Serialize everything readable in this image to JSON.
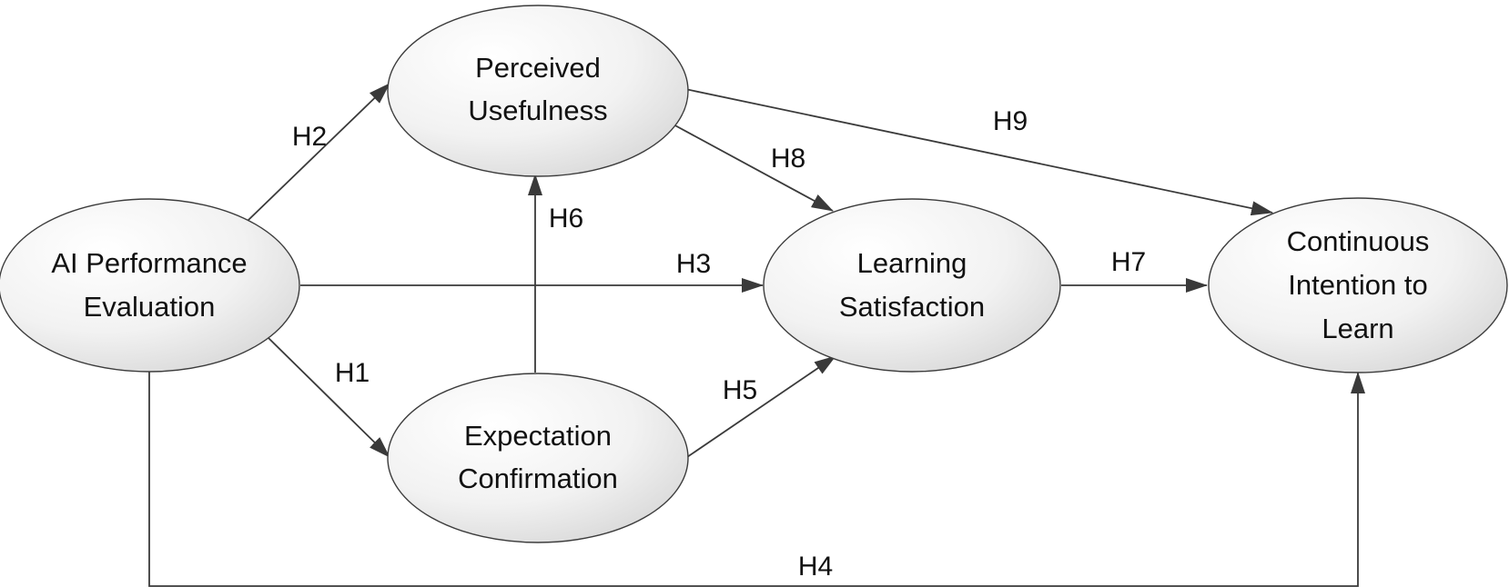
{
  "diagram": {
    "nodes": {
      "ai_performance_evaluation": {
        "line1": "AI Performance",
        "line2": "Evaluation"
      },
      "perceived_usefulness": {
        "line1": "Perceived",
        "line2": "Usefulness"
      },
      "expectation_confirmation": {
        "line1": "Expectation",
        "line2": "Confirmation"
      },
      "learning_satisfaction": {
        "line1": "Learning",
        "line2": "Satisfaction"
      },
      "continuous_intention": {
        "line1": "Continuous",
        "line2": "Intention to",
        "line3": "Learn"
      }
    },
    "edges": {
      "h1": {
        "label": "H1",
        "from": "AI Performance Evaluation",
        "to": "Expectation Confirmation"
      },
      "h2": {
        "label": "H2",
        "from": "AI Performance Evaluation",
        "to": "Perceived Usefulness"
      },
      "h3": {
        "label": "H3",
        "from": "AI Performance Evaluation",
        "to": "Learning Satisfaction"
      },
      "h4": {
        "label": "H4",
        "from": "AI Performance Evaluation",
        "to": "Continuous Intention to Learn"
      },
      "h5": {
        "label": "H5",
        "from": "Expectation Confirmation",
        "to": "Learning Satisfaction"
      },
      "h6": {
        "label": "H6",
        "from": "Expectation Confirmation",
        "to": "Perceived Usefulness"
      },
      "h7": {
        "label": "H7",
        "from": "Learning Satisfaction",
        "to": "Continuous Intention to Learn"
      },
      "h8": {
        "label": "H8",
        "from": "Perceived Usefulness",
        "to": "Learning Satisfaction"
      },
      "h9": {
        "label": "H9",
        "from": "Perceived Usefulness",
        "to": "Continuous Intention to Learn"
      }
    },
    "colors": {
      "node_fill_light": "#ffffff",
      "node_fill_dark": "#d6d6d6",
      "stroke": "#3a3a3a",
      "text": "#111111"
    }
  }
}
